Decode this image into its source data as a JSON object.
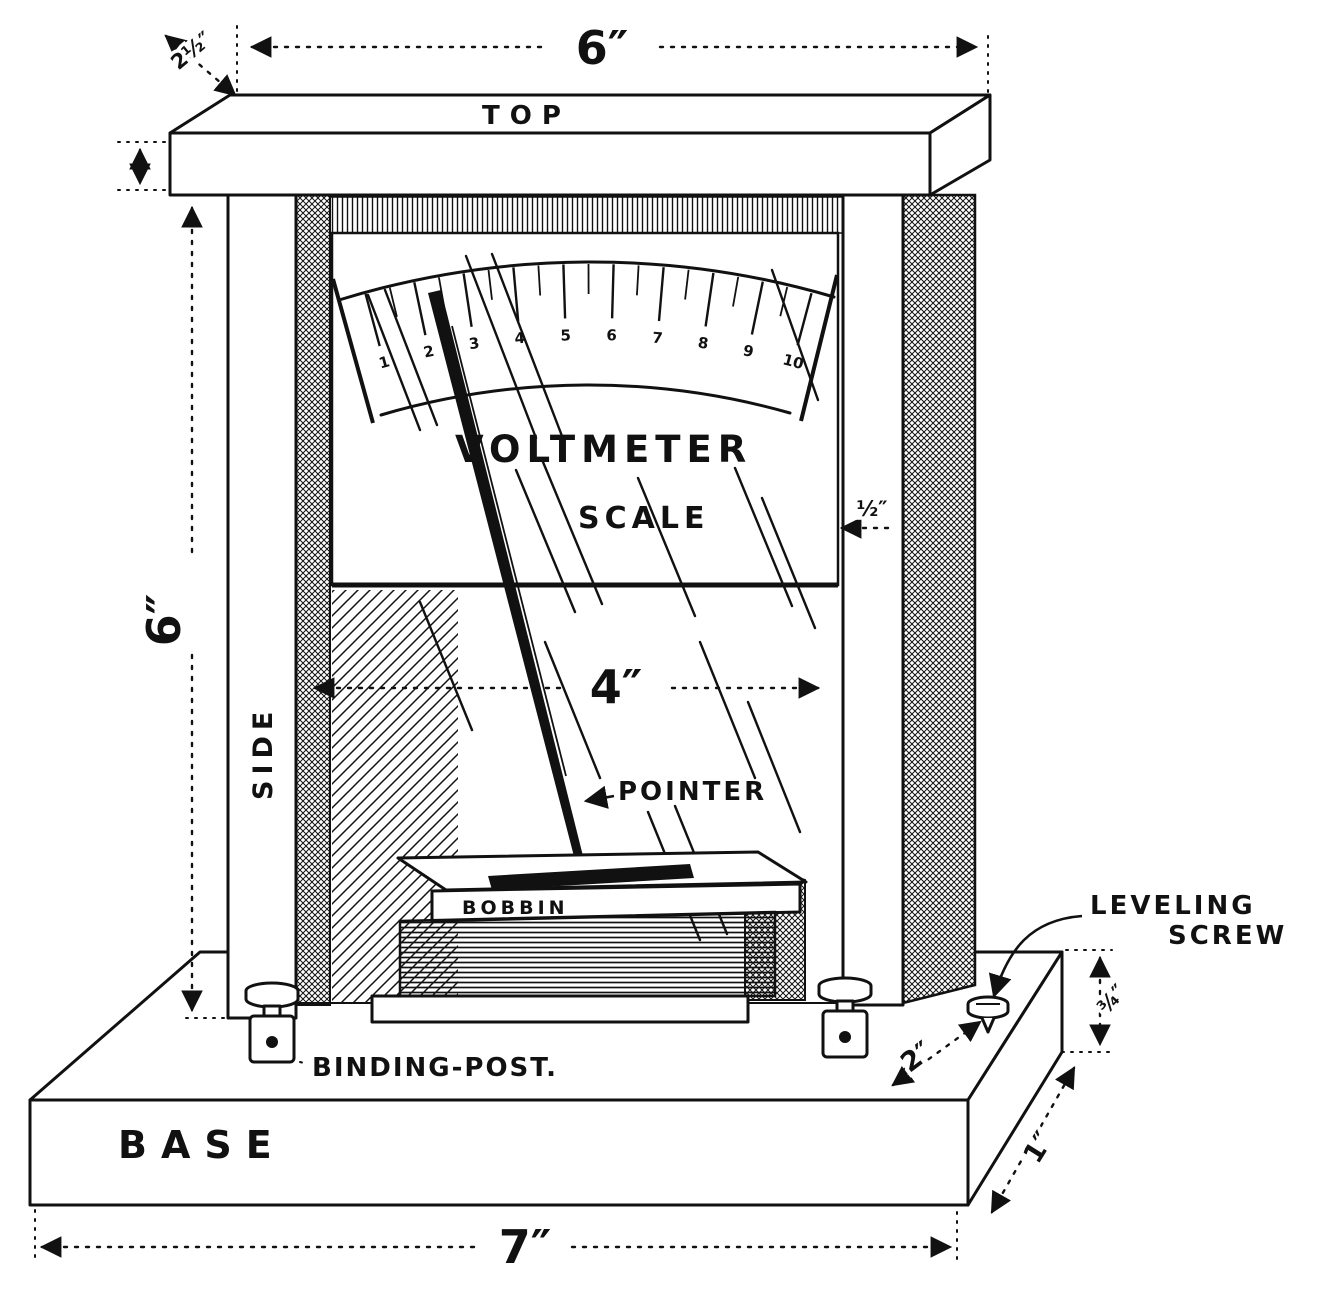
{
  "figure": {
    "labels": {
      "top": "TOP",
      "side": "SIDE",
      "base": "BASE",
      "voltmeter": "VOLTMETER",
      "scale": "SCALE",
      "pointer": "POINTER",
      "bobbin": "BOBBIN",
      "binding_post": "BINDING-POST.",
      "leveling_line1": "LEVELING",
      "leveling_line2": "SCREW"
    },
    "dimensions": {
      "top_width": "6″",
      "top_depth": "2½″",
      "side_height": "6″",
      "scale_width": "4″",
      "card_offset": "½″",
      "base_length": "7″",
      "base_depth": "2″",
      "base_thickness": "¾″",
      "base_edge": "1″"
    },
    "scale_ticks": [
      "1",
      "2",
      "3",
      "4",
      "5",
      "6",
      "7",
      "8",
      "9",
      "10"
    ]
  }
}
